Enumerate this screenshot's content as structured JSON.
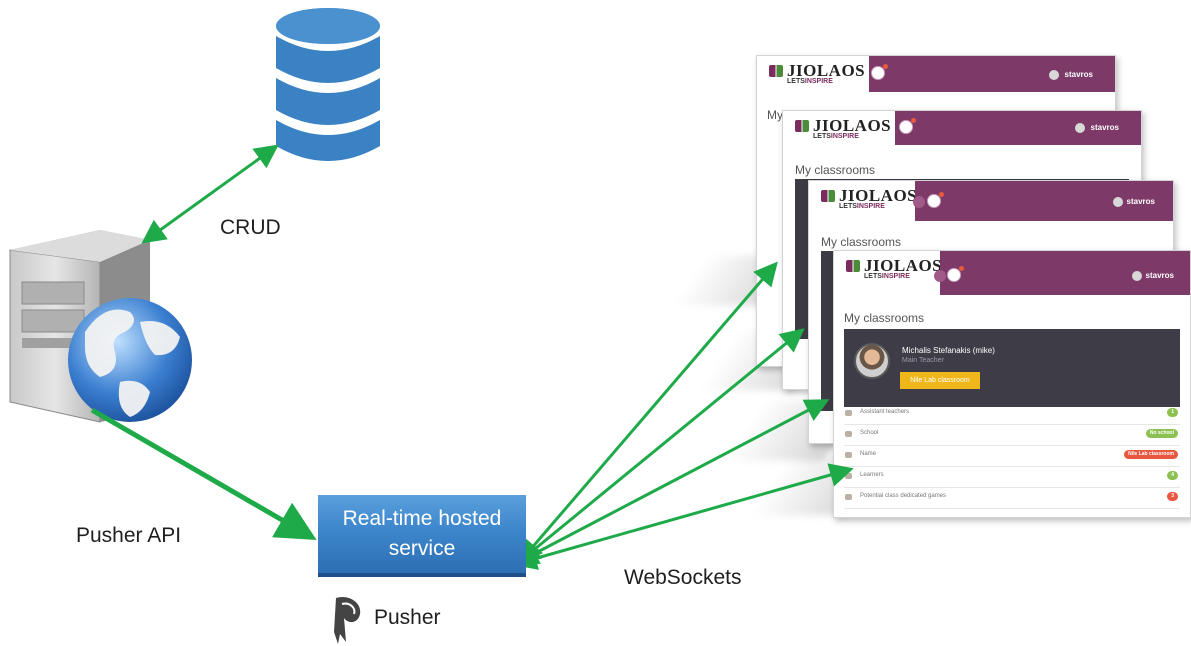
{
  "labels": {
    "crud": "CRUD",
    "pusher_api": "Pusher API",
    "websockets": "WebSockets",
    "pusher_brand": "Pusher"
  },
  "service": {
    "text": "Real-time hosted\nservice"
  },
  "app": {
    "logo": "JIOLAOS",
    "logo_sub_a": "LETS",
    "logo_sub_b": "INSPIRE",
    "user": "stavros",
    "heading": "My classrooms",
    "partial_heading": "My",
    "teacher_name": "Michalis Stefanakis (mike)",
    "teacher_role": "Main Teacher",
    "classroom_button": "Nile Lab classroom",
    "rows": [
      {
        "label": "Assistant teachers",
        "badge": "1",
        "badge_color": "#8cc152"
      },
      {
        "label": "School",
        "badge": "No school",
        "badge_color": "#8cc152"
      },
      {
        "label": "Name",
        "badge": "Nile Lab classroom",
        "badge_color": "#e9573f"
      },
      {
        "label": "Learners",
        "badge": "4",
        "badge_color": "#8cc152"
      },
      {
        "label": "Potential class dedicated games",
        "badge": "3",
        "badge_color": "#e9573f"
      }
    ]
  },
  "colors": {
    "arrow": "#1faa4a",
    "database": "#3b82c4",
    "service_box": "#3d86cc",
    "app_topbar": "#7d3a68",
    "app_button": "#f0b71b"
  },
  "icons": [
    "database-icon",
    "server-icon",
    "globe-icon",
    "pusher-logo-icon"
  ]
}
